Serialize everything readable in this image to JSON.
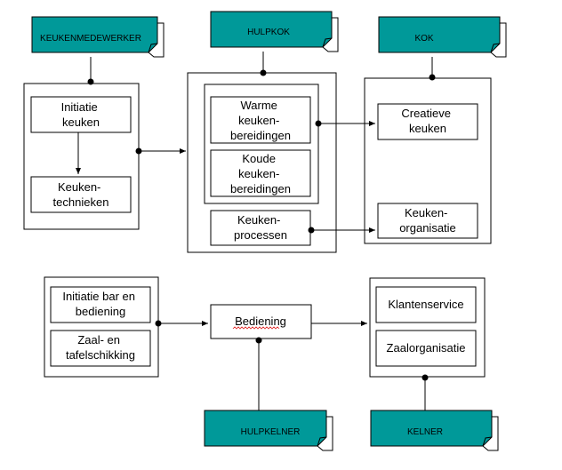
{
  "tags": {
    "keukenmedewerker": "KEUKENMEDEWERKER",
    "hulpkok": "HULPKOK",
    "kok": "KOK",
    "hulpkelner": "HULPKELNER",
    "kelner": "KELNER"
  },
  "boxes": {
    "initiatie_keuken": [
      "Initiatie",
      "keuken"
    ],
    "keukentechnieken": [
      "Keuken-",
      "technieken"
    ],
    "warme": [
      "Warme",
      "keuken-",
      "bereidingen"
    ],
    "koude": [
      "Koude",
      "keuken-",
      "bereidingen"
    ],
    "keukenprocessen": [
      "Keuken-",
      "processen"
    ],
    "creatieve": [
      "Creatieve",
      "keuken"
    ],
    "keukenorganisatie": [
      "Keuken-",
      "organisatie"
    ],
    "initiatie_bar": [
      "Initiatie bar en",
      "bediening"
    ],
    "zaal": [
      "Zaal- en",
      "tafelschikking"
    ],
    "bediening": [
      "Bediening"
    ],
    "klantenservice": [
      "Klantenservice"
    ],
    "zaalorganisatie": [
      "Zaalorganisatie"
    ]
  },
  "colors": {
    "tag_fill": "#009999",
    "line": "#000000",
    "box_fill": "#ffffff",
    "spell_underline": "#e02020"
  }
}
